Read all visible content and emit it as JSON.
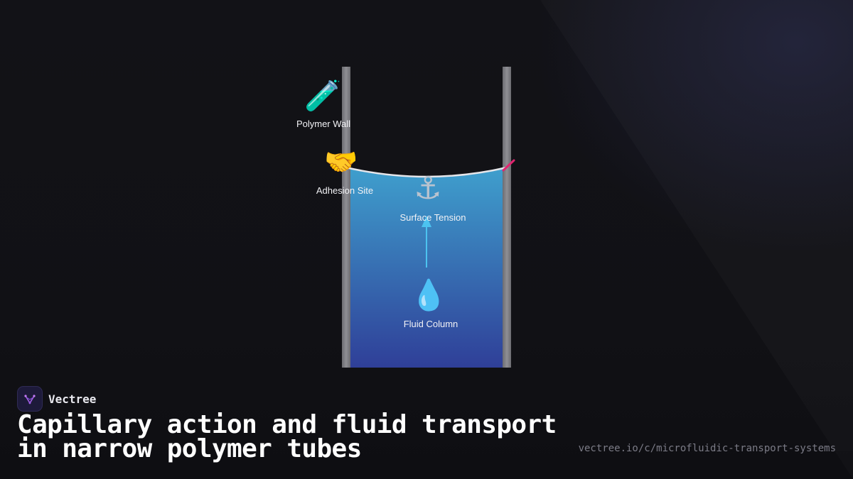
{
  "diagram": {
    "labels": {
      "polymer_wall": "Polymer Wall",
      "adhesion_site": "Adhesion Site",
      "surface_tension": "Surface Tension",
      "fluid_column": "Fluid Column"
    },
    "icons": {
      "polymer_wall": "🧪",
      "adhesion_site": "🤝",
      "surface_tension": "⚓",
      "fluid_column": "💧"
    },
    "colors": {
      "tube_wall": "#8a8a8f",
      "fluid_top": "#3f9fcd",
      "fluid_bottom": "#2f3f98",
      "meniscus": "#e6e6ea",
      "contact_angle": "#e0246f",
      "arrow": "#4cc3f0"
    }
  },
  "brand": {
    "name": "Vectree"
  },
  "title": "Capillary action and fluid transport in narrow polymer tubes",
  "url": "vectree.io/c/microfluidic-transport-systems"
}
